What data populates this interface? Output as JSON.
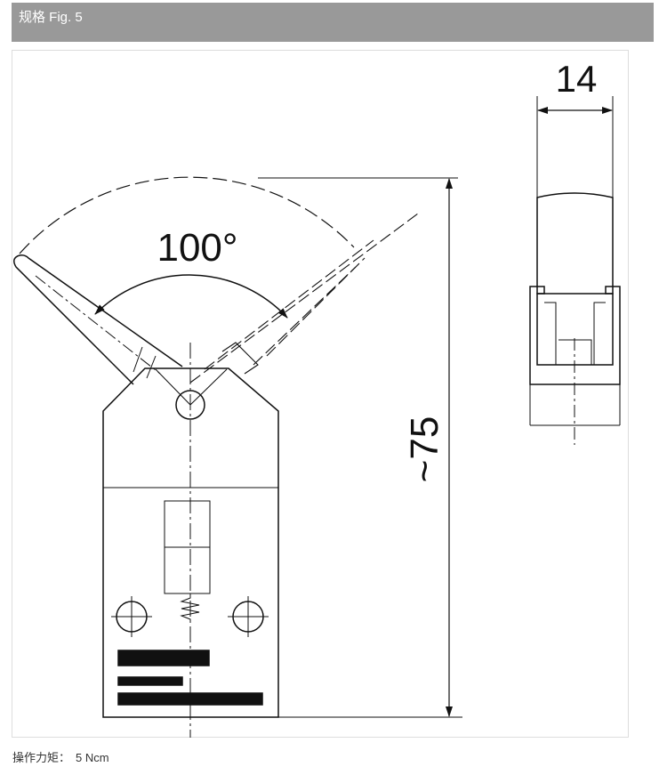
{
  "header": {
    "title": "规格 Fig. 5"
  },
  "drawing": {
    "angle_label": "100°",
    "height_label": "~75",
    "width_label": "14"
  },
  "footer": {
    "label": "操作力矩：",
    "value": "5 Ncm"
  }
}
